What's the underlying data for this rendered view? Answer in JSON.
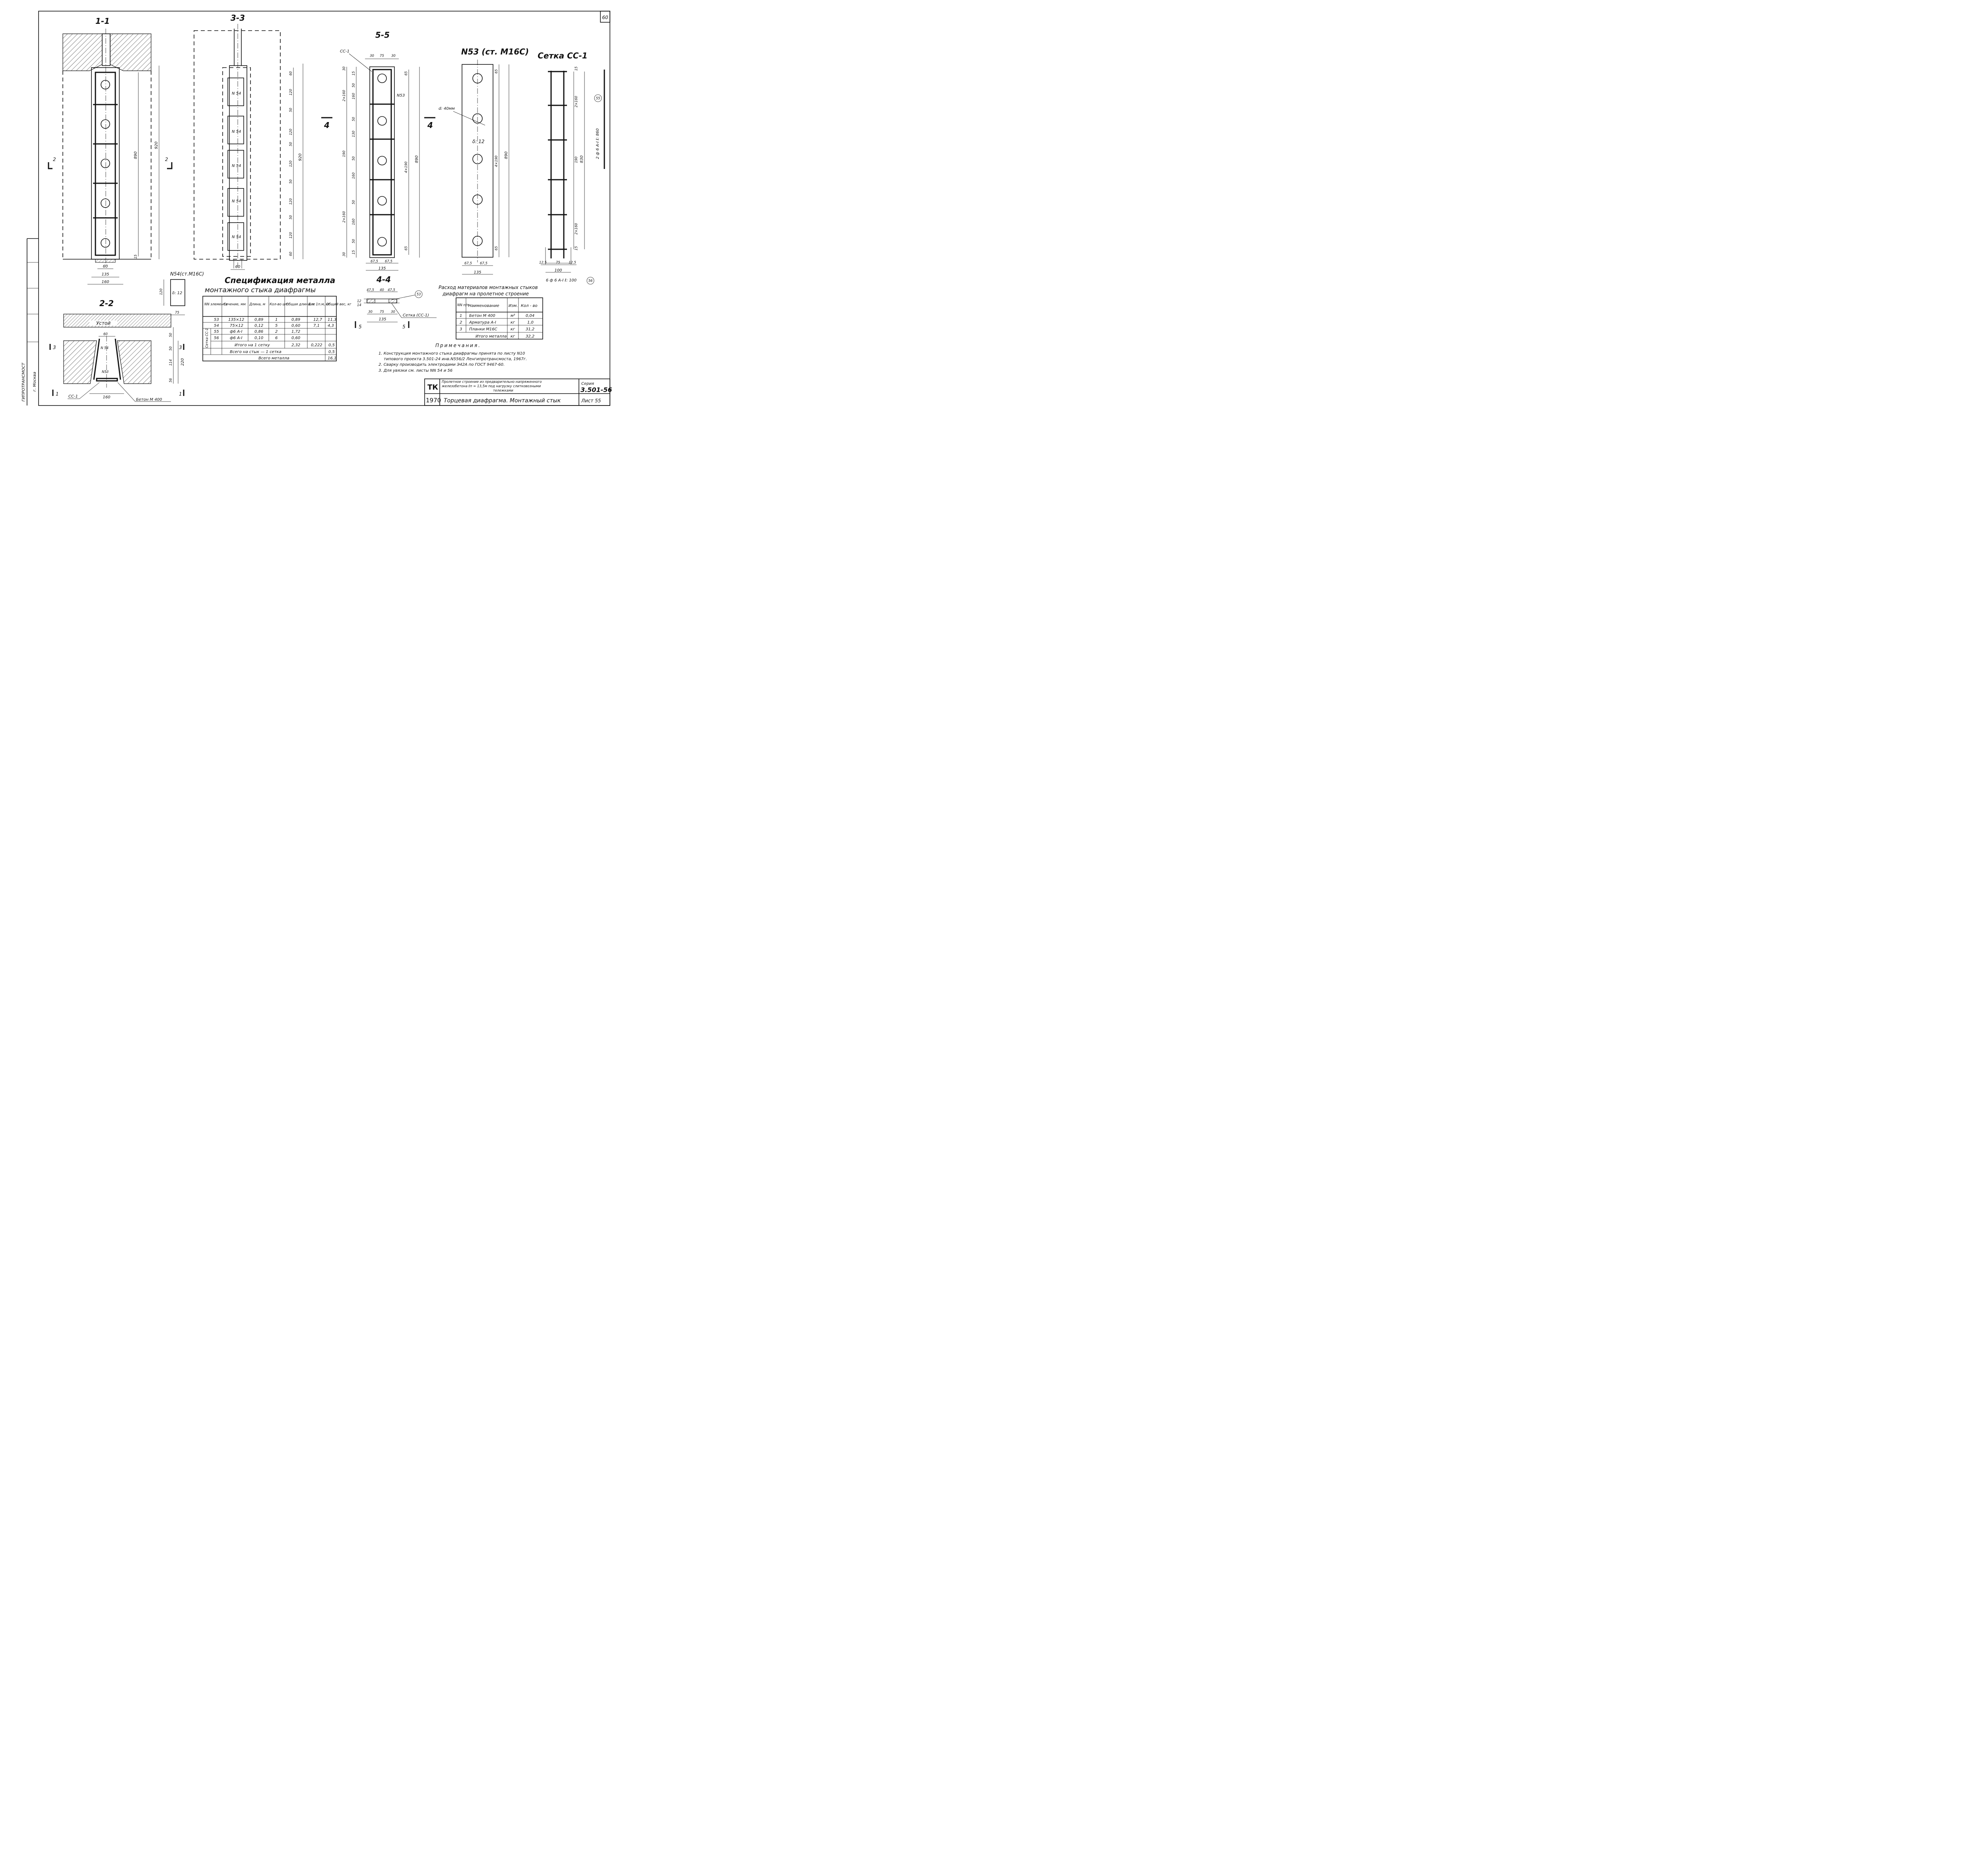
{
  "sheet_number": "60",
  "views": {
    "s11": "1-1",
    "s22": "2-2",
    "s33": "3-3",
    "s44": "4-4",
    "s55": "5-5",
    "n53": "N53 (ст. М16С)",
    "mesh": "Сетка СС-1",
    "n54": "N54(ст.М16С)"
  },
  "marks": {
    "two": "2",
    "three": "3",
    "four": "4",
    "five": "5",
    "one": "1",
    "cc1": "СС-1",
    "n54_label": "N 54",
    "n53_label": "N53",
    "setka_cc1": "Сетка (СС-1)",
    "c53": "53",
    "c55": "55",
    "c56": "56",
    "d40": "d: 40мм",
    "delta12": "δ: 12",
    "ustoi": "Устой",
    "beton": "Бетон  М 400",
    "mesh_long": "2 ф 6 А-I  ℓ: 860",
    "mesh_short": "6 ф 6 А-I  ℓ: 100"
  },
  "dims": {
    "d920": "920",
    "d890": "890",
    "d60": "60",
    "d135": "135",
    "d160": "160",
    "d15": "15",
    "d120": "120",
    "d50": "50",
    "d75": "75",
    "d30": "30",
    "d65": "65",
    "d190": "190",
    "d2x160": "2×160",
    "d4x190": "4×190",
    "d67_5": "67,5",
    "d130": "130",
    "d47_5": "47,5",
    "d40": "40",
    "d12_5": "12,5",
    "d100": "100",
    "d830": "830",
    "d220": "220",
    "d114": "114",
    "d56": "56",
    "d12": "12",
    "d1x160": "160",
    "d14": "14"
  },
  "spec_table": {
    "title1": "Спецификация  металла",
    "title2": "монтажного  стыка  диафрагмы",
    "headers": [
      "NN элемента",
      "Сечение, мм",
      "Длина, м",
      "Кол-во шт.",
      "Общая длина, м",
      "Вес 1п.м, кг",
      "Общий вес, кг"
    ],
    "group_label": "Сетка СС-1",
    "rows": [
      [
        "53",
        "135×12",
        "0,89",
        "1",
        "0,89",
        "12,7",
        "11,3"
      ],
      [
        "54",
        "75×12",
        "0,12",
        "5",
        "0,60",
        "7,1",
        "4,3"
      ],
      [
        "55",
        "ф6 А-I",
        "0,86",
        "2",
        "1,72",
        "",
        ""
      ],
      [
        "56",
        "ф6 А-I",
        "0,10",
        "6",
        "0,60",
        "",
        ""
      ]
    ],
    "subtotal_label": "Итого на 1 сетку",
    "subtotal": [
      "2,32",
      "0,222",
      "0,5"
    ],
    "per_joint_label": "Всего на стык — 1 сетка",
    "per_joint": "0,5",
    "total_label": "Всего  металла",
    "total": "16,1"
  },
  "materials_table": {
    "title1": "Расход материалов монтажных стыков",
    "title2": "диафрагм   на пролетное строение",
    "headers": [
      "NN п/п",
      "Наименование",
      "Изм.",
      "Кол - во"
    ],
    "rows": [
      [
        "1",
        "Бетон  М 400",
        "м³",
        "0,04"
      ],
      [
        "2",
        "Арматура  А-I",
        "кг",
        "1,0"
      ],
      [
        "3",
        "Планки  М16С",
        "кг",
        "31,2"
      ]
    ],
    "total_label": "Итого металла",
    "total_unit": "кг",
    "total": "32,2"
  },
  "notes": {
    "title": "Примечания.",
    "n1a": "1. Конструкция  монтажного  стыка  диафрагмы  принята  по листу  N10",
    "n1b": "типового  проекта  3.501-24  инв.N556/2  Ленгипротрансмоста,  1967г.",
    "n2": "2. Сварку  производить  электродами  Э42А  по ГОСТ  9467-60.",
    "n3": "3. Для  увязки  см.  листы  NN 54 и 56"
  },
  "title_block": {
    "org": "ТК",
    "desc1": "Пролетное строение из предварительно напряженного",
    "desc2": "железобетона  ℓп = 13,5м  под нагрузку слитковозными",
    "desc3": "тележками",
    "series_label": "Серия",
    "series": "3.501-56",
    "year": "1970",
    "sheet_title": "Торцевая  диафрагма.  Монтажный  стык",
    "sheet_label": "Лист 55"
  },
  "side_stamp": {
    "org": "ГИПРОТРАНСМОСТ",
    "city": "г. Москва"
  }
}
